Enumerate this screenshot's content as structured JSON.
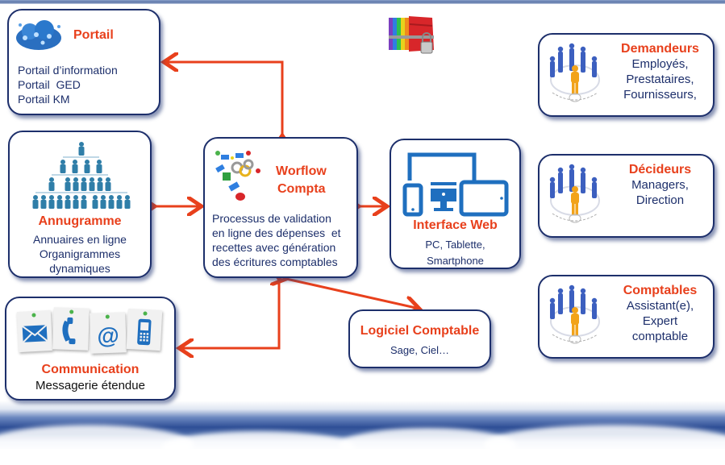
{
  "colors": {
    "accent": "#e8401c",
    "border": "#1d2f6b",
    "icon_blue": "#1f6fbf",
    "person_orange": "#f2a31a",
    "person_blue": "#3c5fbf"
  },
  "portail": {
    "title": "Portail",
    "lines": [
      "Portail d’information",
      "Portail  GED",
      "Portail KM"
    ],
    "icon": "cloud-network-icon"
  },
  "annugramme": {
    "title": "Annugramme",
    "lines": [
      "Annuaires en ligne",
      "Organigrammes",
      "dynamiques"
    ],
    "icon": "org-chart-icon"
  },
  "communication": {
    "title": "Communication",
    "lines": [
      "Messagerie étendue"
    ],
    "icons": [
      "envelope-icon",
      "phone-icon",
      "at-sign-icon",
      "mobile-phone-icon"
    ]
  },
  "workflow": {
    "title_line1": "Worflow",
    "title_line2": "Compta",
    "lines": [
      "Processus de validation",
      "en ligne des dépenses  et",
      "recettes avec génération",
      "des écritures comptables"
    ],
    "icon": "workflow-process-icon"
  },
  "interface_web": {
    "title": "Interface Web",
    "lines": [
      "PC, Tablette,",
      "Smartphone"
    ],
    "icon": "devices-icon"
  },
  "logiciel": {
    "title": "Logiciel Comptable",
    "lines": [
      "Sage, Ciel…"
    ]
  },
  "demandeurs": {
    "title": "Demandeurs",
    "lines": [
      "Employés,",
      "Prestataires,",
      "Fournisseurs,"
    ],
    "icon": "people-group-icon"
  },
  "decideurs": {
    "title": "Décideurs",
    "lines": [
      "Managers,",
      "Direction"
    ],
    "icon": "people-group-icon"
  },
  "comptables": {
    "title": "Comptables",
    "lines": [
      "Assistant(e),",
      "Expert",
      "comptable"
    ],
    "icon": "people-group-icon"
  },
  "header_icon": "locked-folders-icon"
}
